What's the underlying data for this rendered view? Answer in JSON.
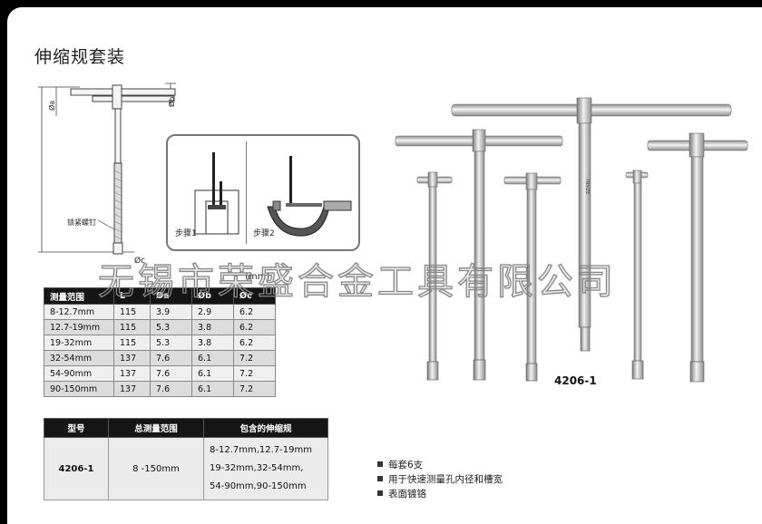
{
  "title": "伸缩规套装",
  "diagram": {
    "label_a": "Øa",
    "label_b": "Øb",
    "label_c": "Øc",
    "label_lock": "锁紧螺钉"
  },
  "steps": {
    "step1": "步骤1",
    "step2": "步骤2"
  },
  "unit": "(mm)",
  "spec_table": {
    "headers": [
      "测量范围",
      "L",
      "Øa",
      "Øb",
      "Øc"
    ],
    "rows": [
      [
        "8-12.7mm",
        "115",
        "3.9",
        "2.9",
        "6.2"
      ],
      [
        "12.7-19mm",
        "115",
        "5.3",
        "3.8",
        "6.2"
      ],
      [
        "19-32mm",
        "115",
        "5.3",
        "3.8",
        "6.2"
      ],
      [
        "32-54mm",
        "137",
        "7.6",
        "6.1",
        "7.2"
      ],
      [
        "54-90mm",
        "137",
        "7.6",
        "6.1",
        "7.2"
      ],
      [
        "90-150mm",
        "137",
        "7.6",
        "6.1",
        "7.2"
      ]
    ]
  },
  "set_table": {
    "headers": [
      "型号",
      "总测量范围",
      "包含的伸缩规"
    ],
    "model": "4206-1",
    "range": "8 -150mm",
    "included": [
      "8-12.7mm,12.7-19mm",
      "19-32mm,32-54mm,",
      "54-90mm,90-150mm"
    ]
  },
  "bullets": [
    "每套6支",
    "用于快速测量孔内径和槽宽",
    "表面镀铬"
  ],
  "watermark": "无锡市荣盛合金工具有限公司",
  "product_model": "4206-1",
  "brand_mark": "INSIZE"
}
